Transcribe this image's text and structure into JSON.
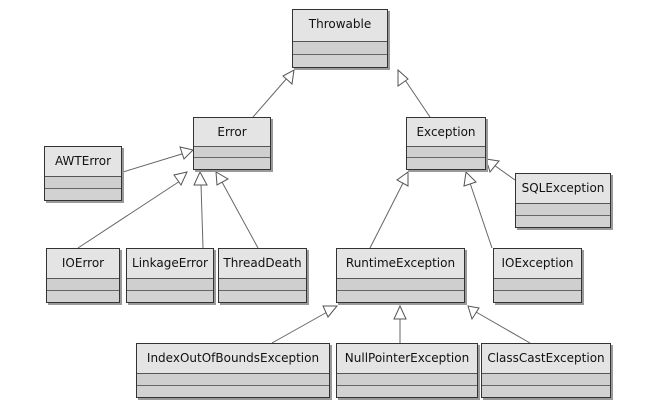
{
  "classes": {
    "throwable": "Throwable",
    "error": "Error",
    "exception": "Exception",
    "awt_error": "AWTError",
    "sql_exception": "SQLException",
    "io_error": "IOError",
    "linkage_error": "LinkageError",
    "thread_death": "ThreadDeath",
    "runtime_exception": "RuntimeException",
    "io_exception": "IOException",
    "index_out_of_bounds_exception": "IndexOutOfBoundsException",
    "null_pointer_exception": "NullPointerException",
    "class_cast_exception": "ClassCastException"
  }
}
